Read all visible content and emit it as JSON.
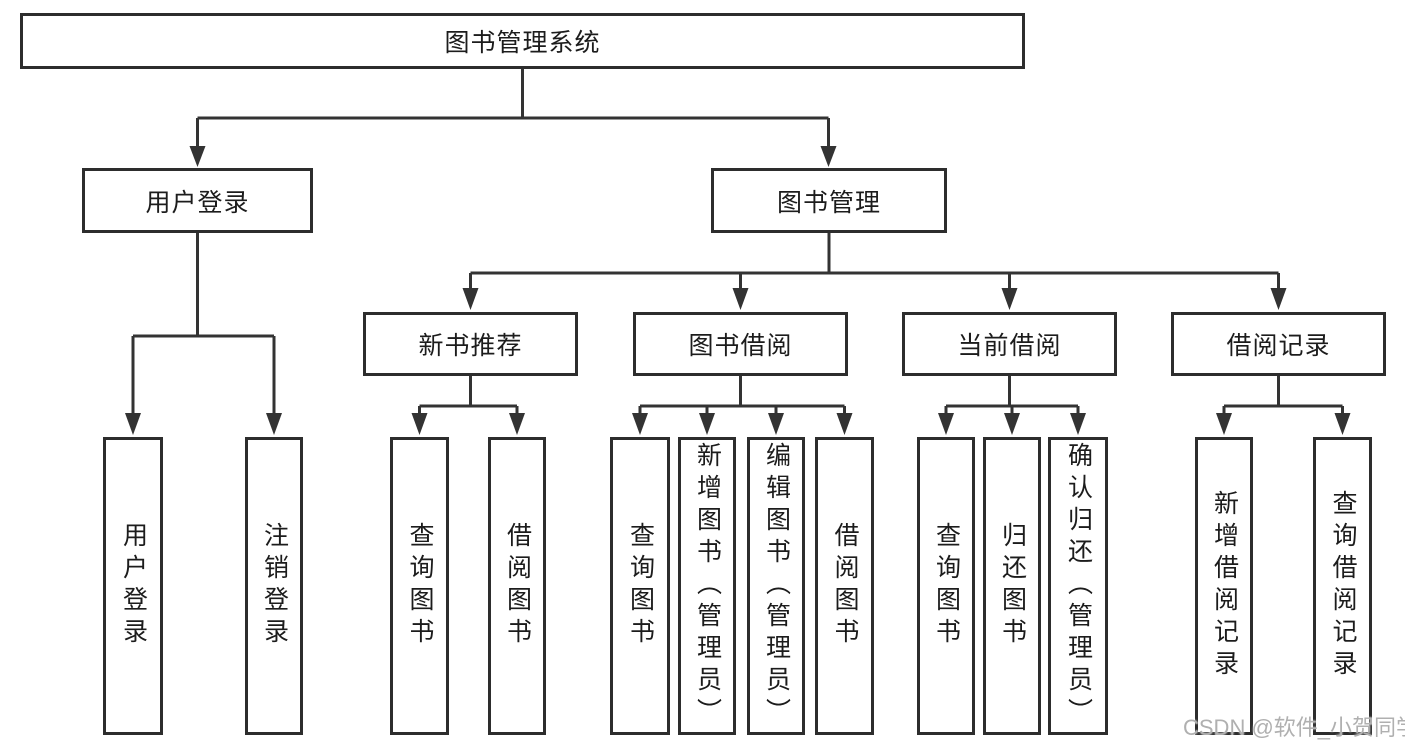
{
  "diagram_title": "图书管理系统",
  "tree": {
    "label": "图书管理系统",
    "children": [
      {
        "label": "用户登录",
        "children": [
          {
            "label": "用户登录"
          },
          {
            "label": "注销登录"
          }
        ]
      },
      {
        "label": "图书管理",
        "children": [
          {
            "label": "新书推荐",
            "children": [
              {
                "label": "查询图书"
              },
              {
                "label": "借阅图书"
              }
            ]
          },
          {
            "label": "图书借阅",
            "children": [
              {
                "label": "查询图书"
              },
              {
                "label": "新增图书（管理员）"
              },
              {
                "label": "编辑图书（管理员）"
              },
              {
                "label": "借阅图书"
              }
            ]
          },
          {
            "label": "当前借阅",
            "children": [
              {
                "label": "查询图书"
              },
              {
                "label": "归还图书"
              },
              {
                "label": "确认归还（管理员）"
              }
            ]
          },
          {
            "label": "借阅记录",
            "children": [
              {
                "label": "新增借阅记录"
              },
              {
                "label": "查询借阅记录"
              }
            ]
          }
        ]
      }
    ]
  },
  "watermark": "CSDN @软件_小贺同学",
  "colors": {
    "line": "#333333",
    "box_border": "#2d2d2d",
    "text": "#1c1c1c",
    "watermark": "#b0b0b0",
    "background": "#ffffff"
  }
}
